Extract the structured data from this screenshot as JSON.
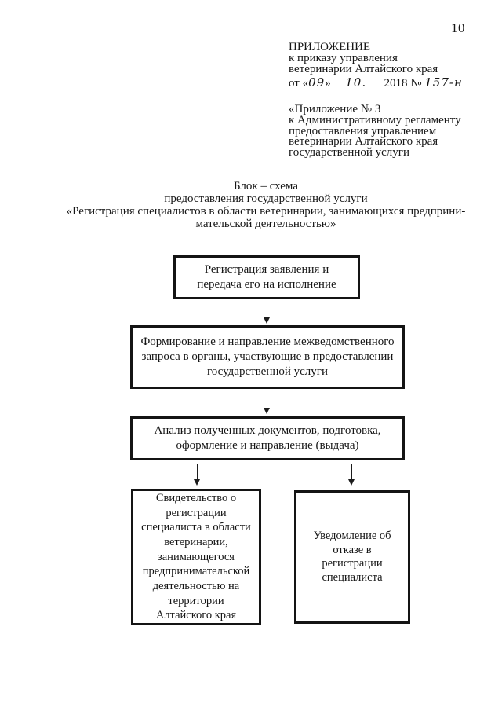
{
  "page_number": "10",
  "header": {
    "appendix": {
      "line1": "ПРИЛОЖЕНИЕ",
      "line2": "к приказу управления",
      "line3": "ветеринарии Алтайского края"
    },
    "date": {
      "prefix": "от «",
      "day": "09",
      "after_day": "»",
      "month": "10.",
      "year_and_no": "2018 №",
      "number": "157",
      "number_suffix": "-н"
    },
    "sub_appendix": {
      "line1": "«Приложение № 3",
      "line2": "к Административному регламенту",
      "line3": "предоставления управлением",
      "line4": "ветеринарии Алтайского края",
      "line5": "государственной услуги"
    }
  },
  "title": {
    "line1": "Блок – схема",
    "line2": "предоставления государственной услуги",
    "line3": "«Регистрация специалистов в области ветеринарии, занимающихся предприни-",
    "line4": "мательской деятельностью»"
  },
  "flowchart": {
    "box_registration": "Регистрация заявления и\nпередача его на исполнение",
    "box_interagency": "Формирование и направление межведомственного\nзапроса в органы, участвующие в предоставлении\nгосударственной услуги",
    "box_analysis": "Анализ полученных документов, подготовка,\nоформление и направление (выдача)",
    "box_certificate": "Свидетельство о\nрегистрации\nспециалиста в области\nветеринарии,\nзанимающегося\nпредпринимательской\nдеятельностью на\nтерритории\nАлтайского края",
    "box_refusal": "Уведомление об\nотказе в\nрегистрации\nспециалиста"
  }
}
